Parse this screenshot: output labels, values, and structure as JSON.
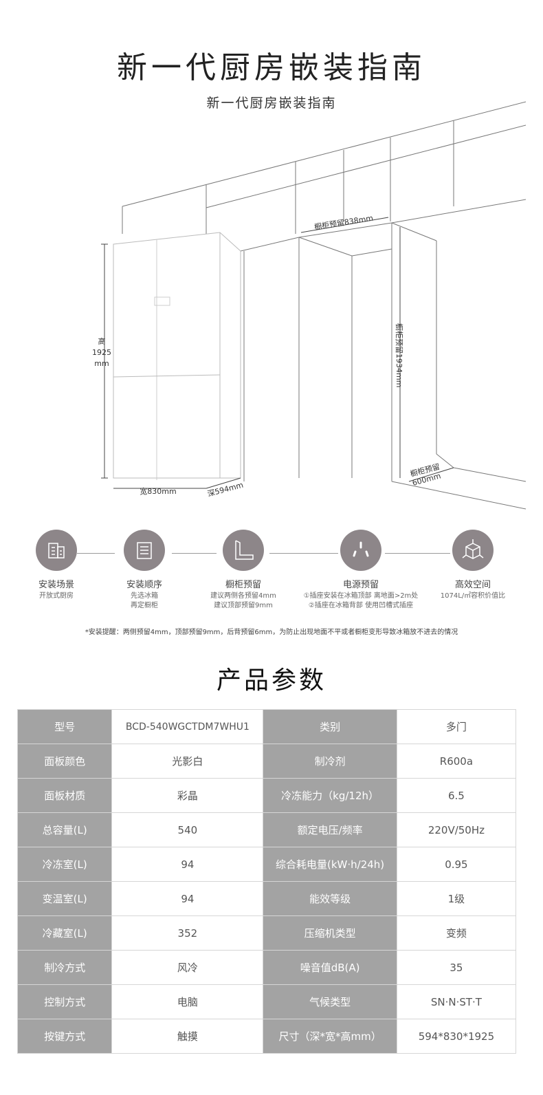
{
  "header": {
    "title": "新一代厨房嵌装指南",
    "subtitle": "新一代厨房嵌装指南"
  },
  "diagram": {
    "height_label": "高",
    "height_value": "1925",
    "height_unit": "mm",
    "width_label": "宽830mm",
    "depth_label": "深594mm",
    "cabinet_width": "橱柜预留838mm",
    "cabinet_height": "橱柜预留1934mm",
    "cabinet_depth_label": "橱柜预留",
    "cabinet_depth_value": "600mm"
  },
  "steps": [
    {
      "icon": "building-icon",
      "title": "安装场景",
      "desc": [
        "开放式厨房"
      ]
    },
    {
      "icon": "list-icon",
      "title": "安装顺序",
      "desc": [
        "先选冰箱",
        "再定橱柜"
      ]
    },
    {
      "icon": "ruler-corner-icon",
      "title": "橱柜预留",
      "desc": [
        "建议两侧各预留4mm",
        "建议顶部预留9mm"
      ]
    },
    {
      "icon": "power-socket-icon",
      "title": "电源预留",
      "desc": [
        "①插座安装在冰箱顶部  离地面>2m处",
        "②插座在冰箱背部  使用凹槽式插座"
      ]
    },
    {
      "icon": "cube-icon",
      "title": "高效空间",
      "desc": [
        "1074L/㎡容积价值比"
      ]
    }
  ],
  "note": "*安装提醒：两侧预留4mm，顶部预留9mm，后背预留6mm，为防止出现地面不平或者橱柜变形导致冰箱放不进去的情况",
  "params": {
    "title": "产品参数",
    "rows": [
      [
        "型号",
        "BCD-540WGCTDM7WHU1",
        "类别",
        "多门"
      ],
      [
        "面板颜色",
        "光影白",
        "制冷剂",
        "R600a"
      ],
      [
        "面板材质",
        "彩晶",
        "冷冻能力（kg/12h）",
        "6.5"
      ],
      [
        "总容量(L)",
        "540",
        "额定电压/频率",
        "220V/50Hz"
      ],
      [
        "冷冻室(L)",
        "94",
        "综合耗电量(kW·h/24h)",
        "0.95"
      ],
      [
        "变温室(L)",
        "94",
        "能效等级",
        "1级"
      ],
      [
        "冷藏室(L)",
        "352",
        "压缩机类型",
        "变频"
      ],
      [
        "制冷方式",
        "风冷",
        "噪音值dB(A)",
        "35"
      ],
      [
        "控制方式",
        "电脑",
        "气候类型",
        "SN·N·ST·T"
      ],
      [
        "按键方式",
        "触摸",
        "尺寸（深*宽*高mm）",
        "594*830*1925"
      ]
    ]
  },
  "colors": {
    "icon_bg": "#8d8689",
    "label_bg": "#a3a3a3"
  }
}
